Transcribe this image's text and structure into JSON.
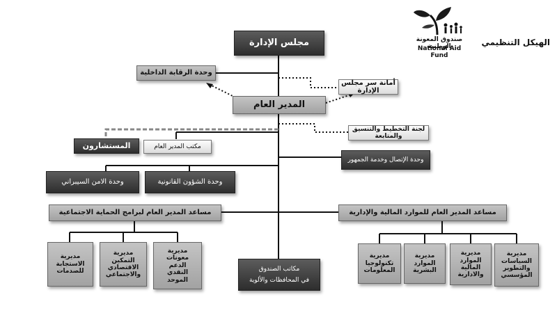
{
  "header": {
    "title": "الهيكل التنظيمي",
    "logo_arabic": "صندوق المعونة الوطنية",
    "logo_english": "National Aid Fund"
  },
  "colors": {
    "dark_box": "#3c3c3c",
    "light_box": "#eeeeee",
    "gray_box": "#b5b5b5",
    "line": "#111111"
  },
  "units": {
    "board": "مجلس الإدارة",
    "internal_audit": "وحدة الرقابة الداخلية",
    "board_secretariat": "أمانة سر مجلس الإدارة",
    "general_manager": "المدير العام",
    "planning_committee": "لجنة التخطيط والتنسيق والمتابعة",
    "advisors": "المستشارون",
    "gm_office": "مكتب المدير العام",
    "communication_unit": "وحدة الإتصال وخدمة الجمهور",
    "cyber_security": "وحدة الامن السيبراني",
    "legal_affairs": "وحدة الشؤون القانونية",
    "assistant_social": "مساعد المدير العام لبرامج الحماية الاجتماعية",
    "assistant_finance": "مساعد المدير العام للموارد المالية والإدارية",
    "field_offices": {
      "line1": "مكاتب الصندوق",
      "line2": "في المحافظات والألوية"
    }
  },
  "social_directorates": [
    {
      "lines": [
        "مديرية",
        "الاستجابة",
        "للصدمات"
      ]
    },
    {
      "lines": [
        "مديرية",
        "التمكين",
        "الاقتصادي",
        "والاجتماعي"
      ]
    },
    {
      "lines": [
        "مديرية",
        "معونات",
        "الدعم",
        "النقدي",
        "الموحد"
      ]
    }
  ],
  "finance_directorates": [
    {
      "lines": [
        "مديرية",
        "تكنولوجيا",
        "المعلومات"
      ]
    },
    {
      "lines": [
        "مديرية",
        "الموارد",
        "البشرية"
      ]
    },
    {
      "lines": [
        "مديرية",
        "الموارد",
        "المالية",
        "والادارية"
      ]
    },
    {
      "lines": [
        "مديرية",
        "السياسات",
        "والتطوير",
        "المؤسسي"
      ]
    }
  ]
}
